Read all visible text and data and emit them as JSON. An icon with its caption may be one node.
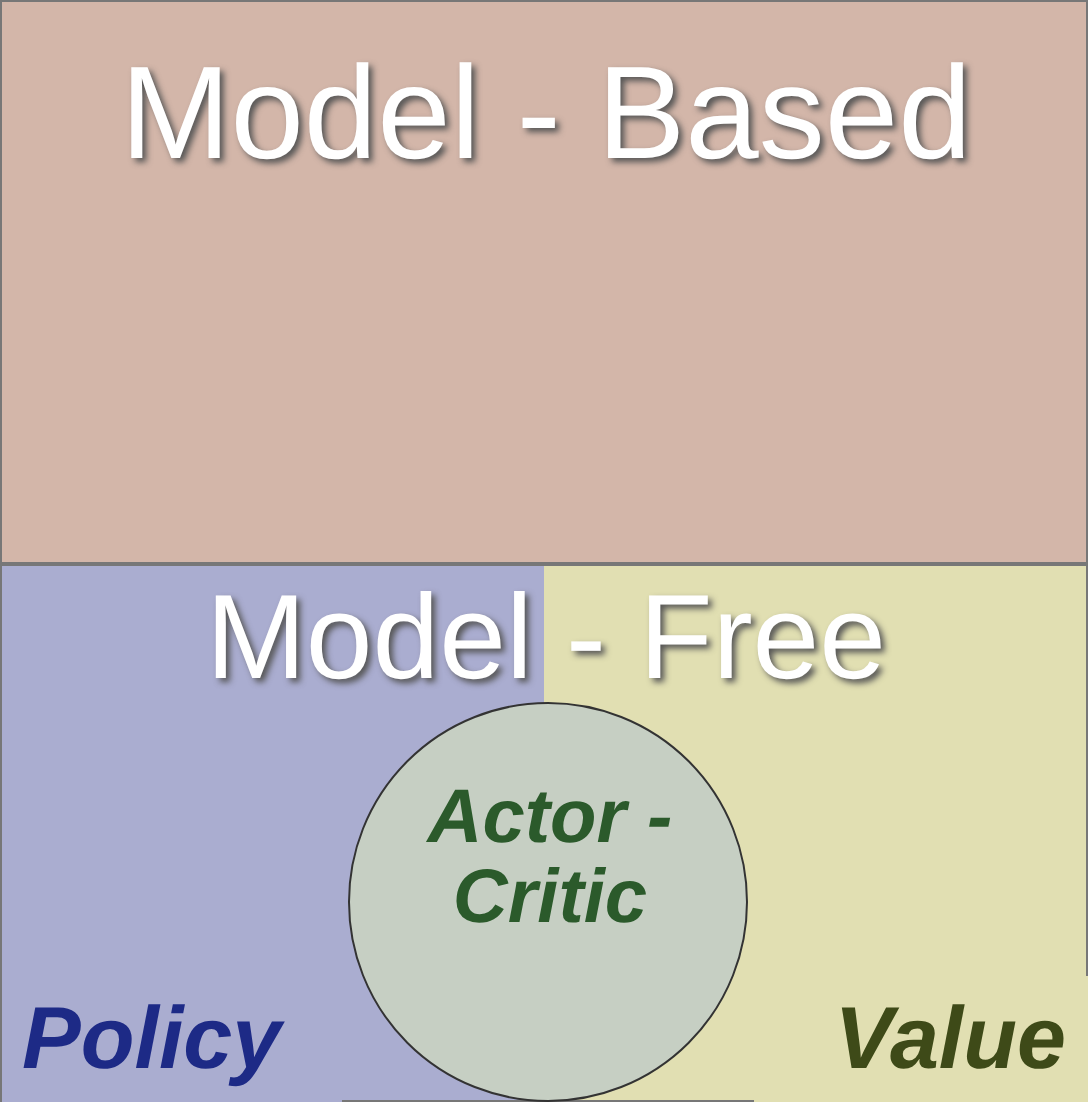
{
  "diagram": {
    "nodes": [
      {
        "text": [
          "Model - Based"
        ]
      },
      {
        "text": [
          "Model - Free"
        ]
      },
      {
        "text": [
          "Policy"
        ],
        "in": 1
      },
      {
        "text": [
          "Value"
        ],
        "in": 1
      },
      {
        "text": [
          "Actor - Critic"
        ],
        "in": 1
      }
    ]
  }
}
